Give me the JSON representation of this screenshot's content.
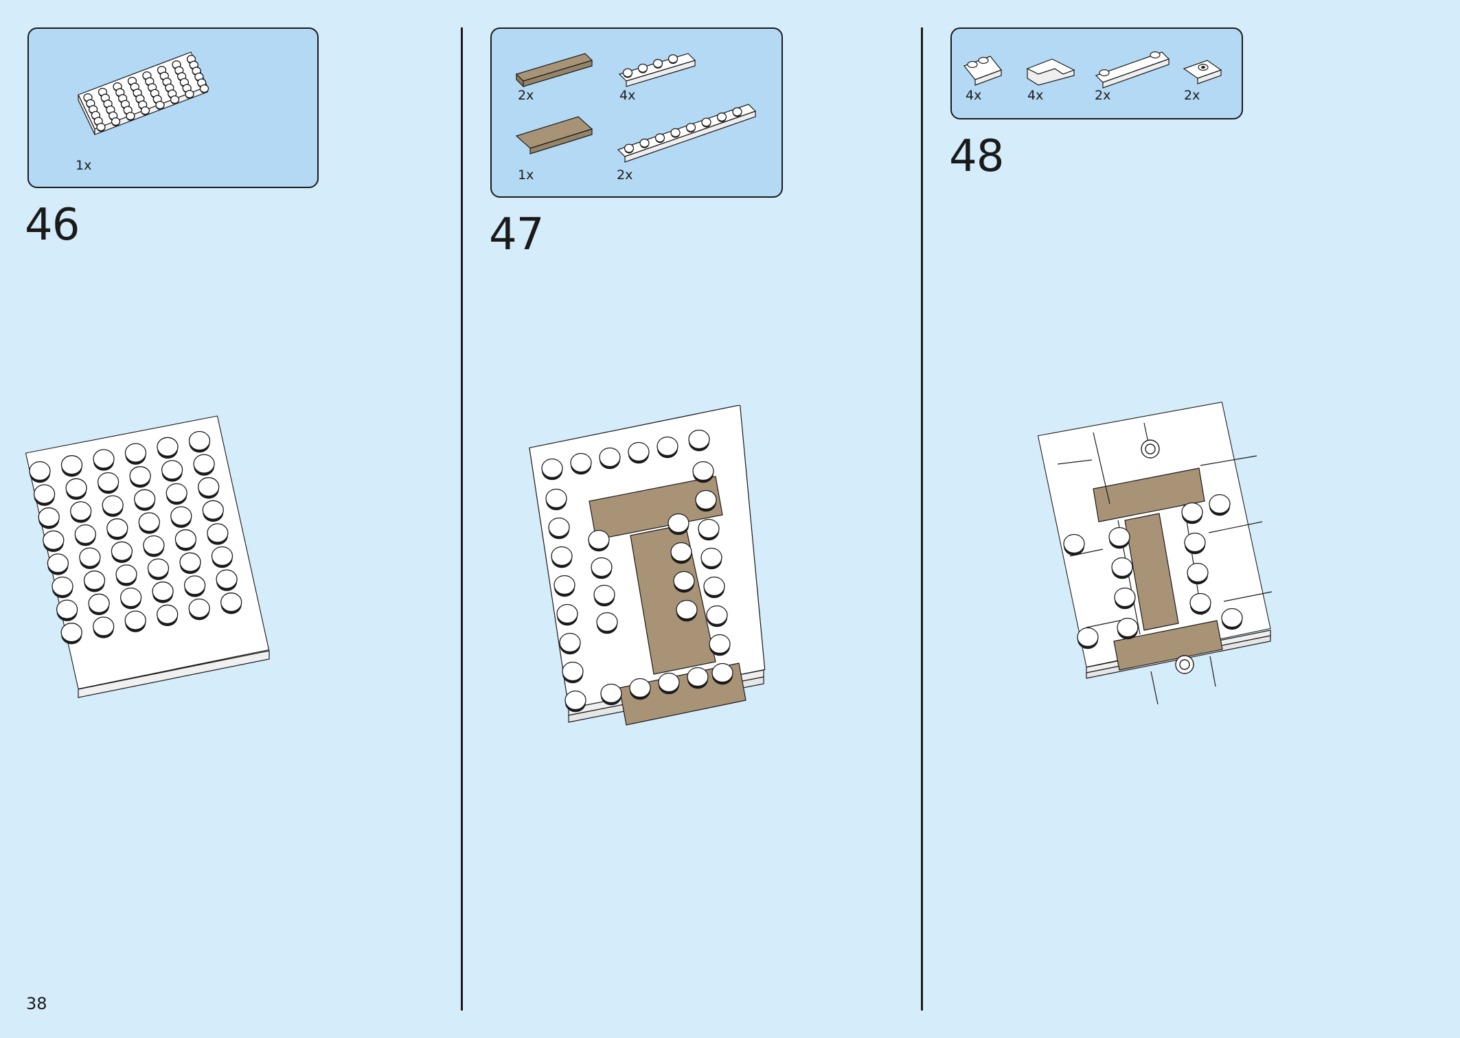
{
  "page": {
    "number": "38"
  },
  "colors": {
    "background": "#d5ecfa",
    "parts_box": "#b4d9f4",
    "tan": "#a89377",
    "white_brick": "#ffffff",
    "outline": "#1a1a1a"
  },
  "steps": [
    {
      "number": "46",
      "parts": [
        {
          "qty": "1x",
          "part": "white-6x8-plate"
        }
      ]
    },
    {
      "number": "47",
      "parts": [
        {
          "qty": "2x",
          "part": "tan-1x4-tile"
        },
        {
          "qty": "4x",
          "part": "white-1x4-plate"
        },
        {
          "qty": "1x",
          "part": "tan-2x4-tile"
        },
        {
          "qty": "2x",
          "part": "white-1x8-plate"
        }
      ]
    },
    {
      "number": "48",
      "parts": [
        {
          "qty": "4x",
          "part": "white-1x2-plate-with-rail"
        },
        {
          "qty": "4x",
          "part": "white-corner-tile"
        },
        {
          "qty": "2x",
          "part": "white-1x4-plate"
        },
        {
          "qty": "2x",
          "part": "white-jumper-plate"
        }
      ]
    }
  ]
}
